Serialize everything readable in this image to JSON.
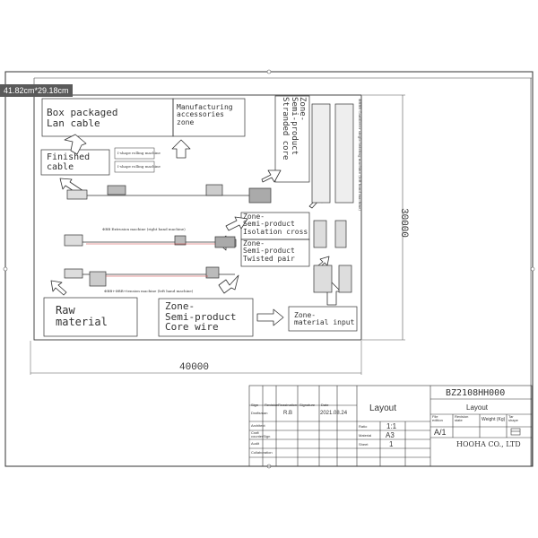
{
  "viewport_badge": "41.82cm*29.18cm",
  "dimensions": {
    "width": "40000",
    "height": "30000"
  },
  "zones": {
    "box_packaged": "Box packaged\nLan cable",
    "manufacturing_accessories": "Manufacturing\naccessories\nzone",
    "finished_cable": "Finished\ncable",
    "stranded_core": "Zone-\nSemi-product\nStranded core",
    "isolation_cross": "Zone-\nSemi-product\nIsolation cross",
    "twisted_pair": "Zone-\nSemi-product\nTwisted pair",
    "raw_material": "Raw\nmaterial",
    "core_wire": "Zone-\nSemi-product\nCore wire",
    "material_input": "Zone-\nmaterial input"
  },
  "machines": {
    "extrusion_right": "ΦBB Extrusion machine (right hand machine)",
    "extrusion_left": "ΦBB+ΦBB+tension machine (left hand machine)",
    "twisting_line": "ΦBBB Cantilever single twisting machine (left hand machine)",
    "tag_a": "I-shape rolling machine",
    "tag_b": "I-shape rolling machine"
  },
  "title_block": {
    "header": [
      "Sign",
      "Revision",
      "Reasination",
      "Signature",
      "Date"
    ],
    "row_labels": [
      "Draftsman",
      "Architect",
      "Craft\ncounterSign",
      "Audit",
      "Collaboration"
    ],
    "draftsman_sign": "R.B",
    "draftsman_date": "2021.08.24",
    "scale_labels": [
      "Ratio",
      "Material",
      "Sheet"
    ],
    "scale_values": [
      "1:1",
      "A3",
      "1"
    ],
    "layout_title": "Layout",
    "drawing_no": "BZ2108HH000",
    "drawing_name": "Layout",
    "meta_headers": [
      "File\nedition",
      "Revision\nstate",
      "Weight (Kg)",
      "Tar\nshape"
    ],
    "edition": "A/1",
    "company": "HOOHA CO., LTD"
  }
}
